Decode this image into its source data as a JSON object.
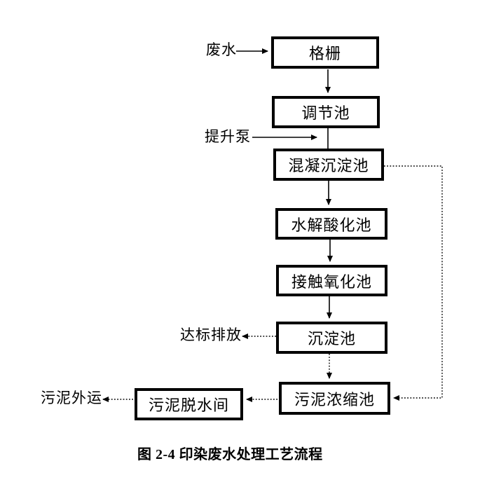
{
  "diagram": {
    "caption": "图 2-4 印染废水处理工艺流程",
    "nodes": [
      {
        "id": "grid-screen",
        "label": "格栅"
      },
      {
        "id": "regulating-tank",
        "label": "调节池"
      },
      {
        "id": "coagulation-sedimentation-tank",
        "label": "混凝沉淀池"
      },
      {
        "id": "hydrolysis-acidification-tank",
        "label": "水解酸化池"
      },
      {
        "id": "contact-oxidation-tank",
        "label": "接触氧化池"
      },
      {
        "id": "sedimentation-tank",
        "label": "沉淀池"
      },
      {
        "id": "sludge-thickening-tank",
        "label": "污泥浓缩池"
      },
      {
        "id": "sludge-dewatering-room",
        "label": "污泥脱水间"
      }
    ],
    "external_labels": {
      "influent": "废水",
      "lift_pump": "提升泵",
      "discharge": "达标排放",
      "sludge_out": "污泥外运"
    },
    "edges": [
      {
        "from": "废水",
        "to": "格栅",
        "style": "solid-arrow"
      },
      {
        "from": "格栅",
        "to": "调节池",
        "style": "solid-arrow"
      },
      {
        "from": "提升泵",
        "to": "调节池-混凝沉淀池连线",
        "style": "solid-arrow"
      },
      {
        "from": "调节池",
        "to": "混凝沉淀池",
        "style": "solid-line"
      },
      {
        "from": "混凝沉淀池",
        "to": "水解酸化池",
        "style": "solid-arrow"
      },
      {
        "from": "水解酸化池",
        "to": "接触氧化池",
        "style": "solid-arrow"
      },
      {
        "from": "接触氧化池",
        "to": "沉淀池",
        "style": "solid-arrow"
      },
      {
        "from": "沉淀池",
        "to": "达标排放",
        "style": "dotted-arrow"
      },
      {
        "from": "沉淀池",
        "to": "污泥浓缩池",
        "style": "dotted-arrow"
      },
      {
        "from": "混凝沉淀池",
        "to": "污泥浓缩池",
        "style": "dotted-arrow"
      },
      {
        "from": "污泥浓缩池",
        "to": "污泥脱水间",
        "style": "dotted-arrow"
      },
      {
        "from": "污泥脱水间",
        "to": "污泥外运",
        "style": "dotted-arrow"
      }
    ],
    "colors": {
      "line": "#000000",
      "box_border": "#000000",
      "background": "#ffffff",
      "text": "#000000"
    }
  }
}
